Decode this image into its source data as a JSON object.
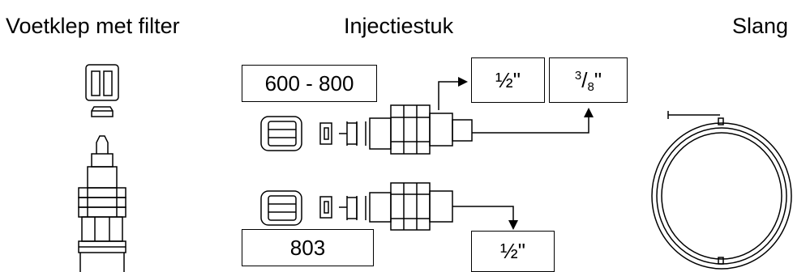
{
  "headings": {
    "foot_valve": "Voetklep met filter",
    "injector": "Injectiestuk",
    "hose": "Slang"
  },
  "labels": {
    "range_600_800": "600 - 800",
    "range_803": "803",
    "size_half_top": "½\"",
    "size_three_eighths_sup": "3",
    "size_three_eighths_slash": "/",
    "size_three_eighths_sub": "8",
    "size_three_eighths_quote": "\"",
    "size_half_bottom": "½\""
  },
  "colors": {
    "line": "#000000",
    "background": "#ffffff"
  }
}
